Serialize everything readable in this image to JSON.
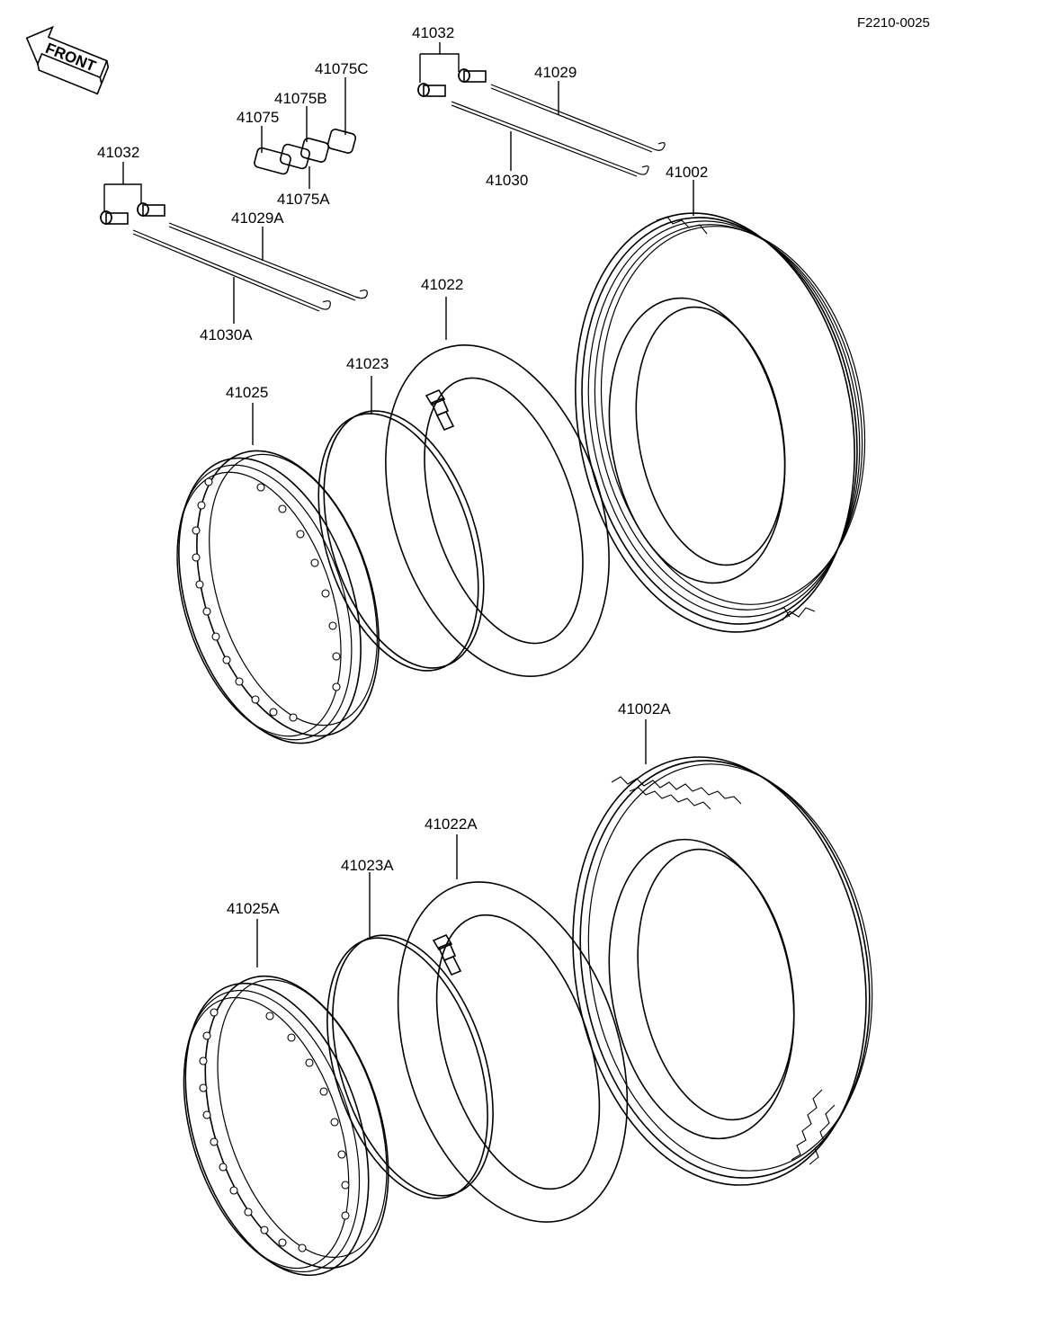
{
  "drawing_code": "F2210-0025",
  "front_arrow": {
    "label": "FRONT",
    "icon": "front-arrow-icon"
  },
  "parts": {
    "p41032_top": "41032",
    "p41029": "41029",
    "p41030": "41030",
    "p41002": "41002",
    "p41075C": "41075C",
    "p41075B": "41075B",
    "p41075": "41075",
    "p41075A": "41075A",
    "p41032_left": "41032",
    "p41029A": "41029A",
    "p41030A": "41030A",
    "p41022": "41022",
    "p41023": "41023",
    "p41025": "41025",
    "p41002A": "41002A",
    "p41022A": "41022A",
    "p41023A": "41023A",
    "p41025A": "41025A"
  }
}
